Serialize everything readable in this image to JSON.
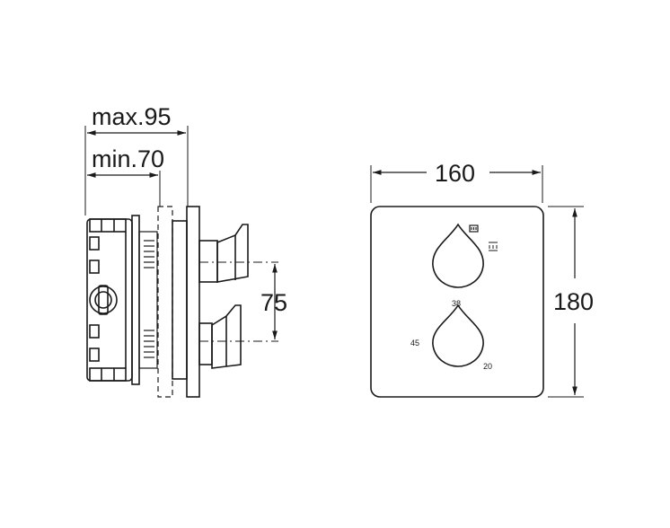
{
  "dimensions": {
    "max_depth": "max.95",
    "min_depth": "min.70",
    "outlet_spacing": "75",
    "plate_width": "160",
    "plate_height": "180"
  },
  "dial_marks": {
    "upper_right": "38",
    "left": "45",
    "lower_right": "20"
  },
  "icons": {
    "cartridge": "cartridge-symbol-icon",
    "shower": "shower-symbol-icon"
  },
  "colors": {
    "line": "#1a1a1a",
    "background": "#ffffff"
  }
}
